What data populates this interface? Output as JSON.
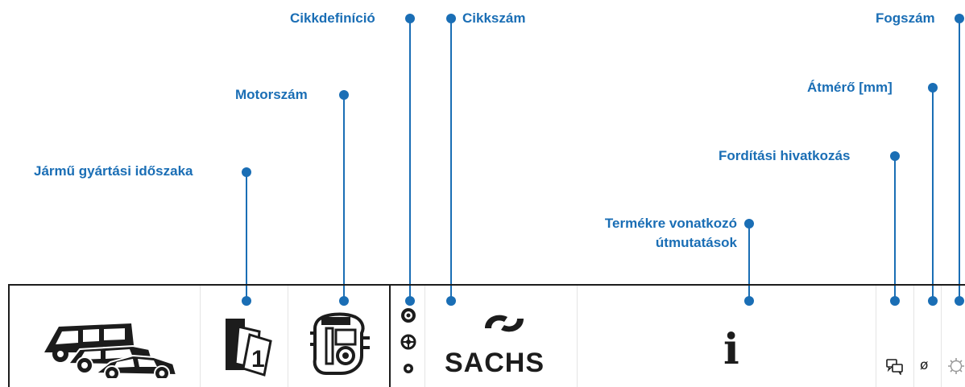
{
  "callouts": {
    "production_period": "Jármű gyártási időszaka",
    "engine_number": "Motorszám",
    "article_definition": "Cikkdefiníció",
    "article_number": "Cikkszám",
    "product_notes_line1": "Termékre vonatkozó",
    "product_notes_line2": "útmutatások",
    "cross_reference": "Fordítási hivatkozás",
    "diameter": "Átmérő [mm]",
    "teeth_count": "Fogszám"
  },
  "bar": {
    "brand": "SACHS",
    "info_glyph": "i",
    "diameter_glyph": "ø",
    "icons": [
      "vehicles-icon",
      "calendar-icon",
      "engine-icon",
      "article-definition-icons",
      "sachs-logo",
      "info-icon",
      "cross-reference-icon",
      "diameter-icon",
      "gear-teeth-icon"
    ]
  },
  "colors": {
    "accent": "#1a6eb5",
    "ink": "#1c1c1c"
  }
}
